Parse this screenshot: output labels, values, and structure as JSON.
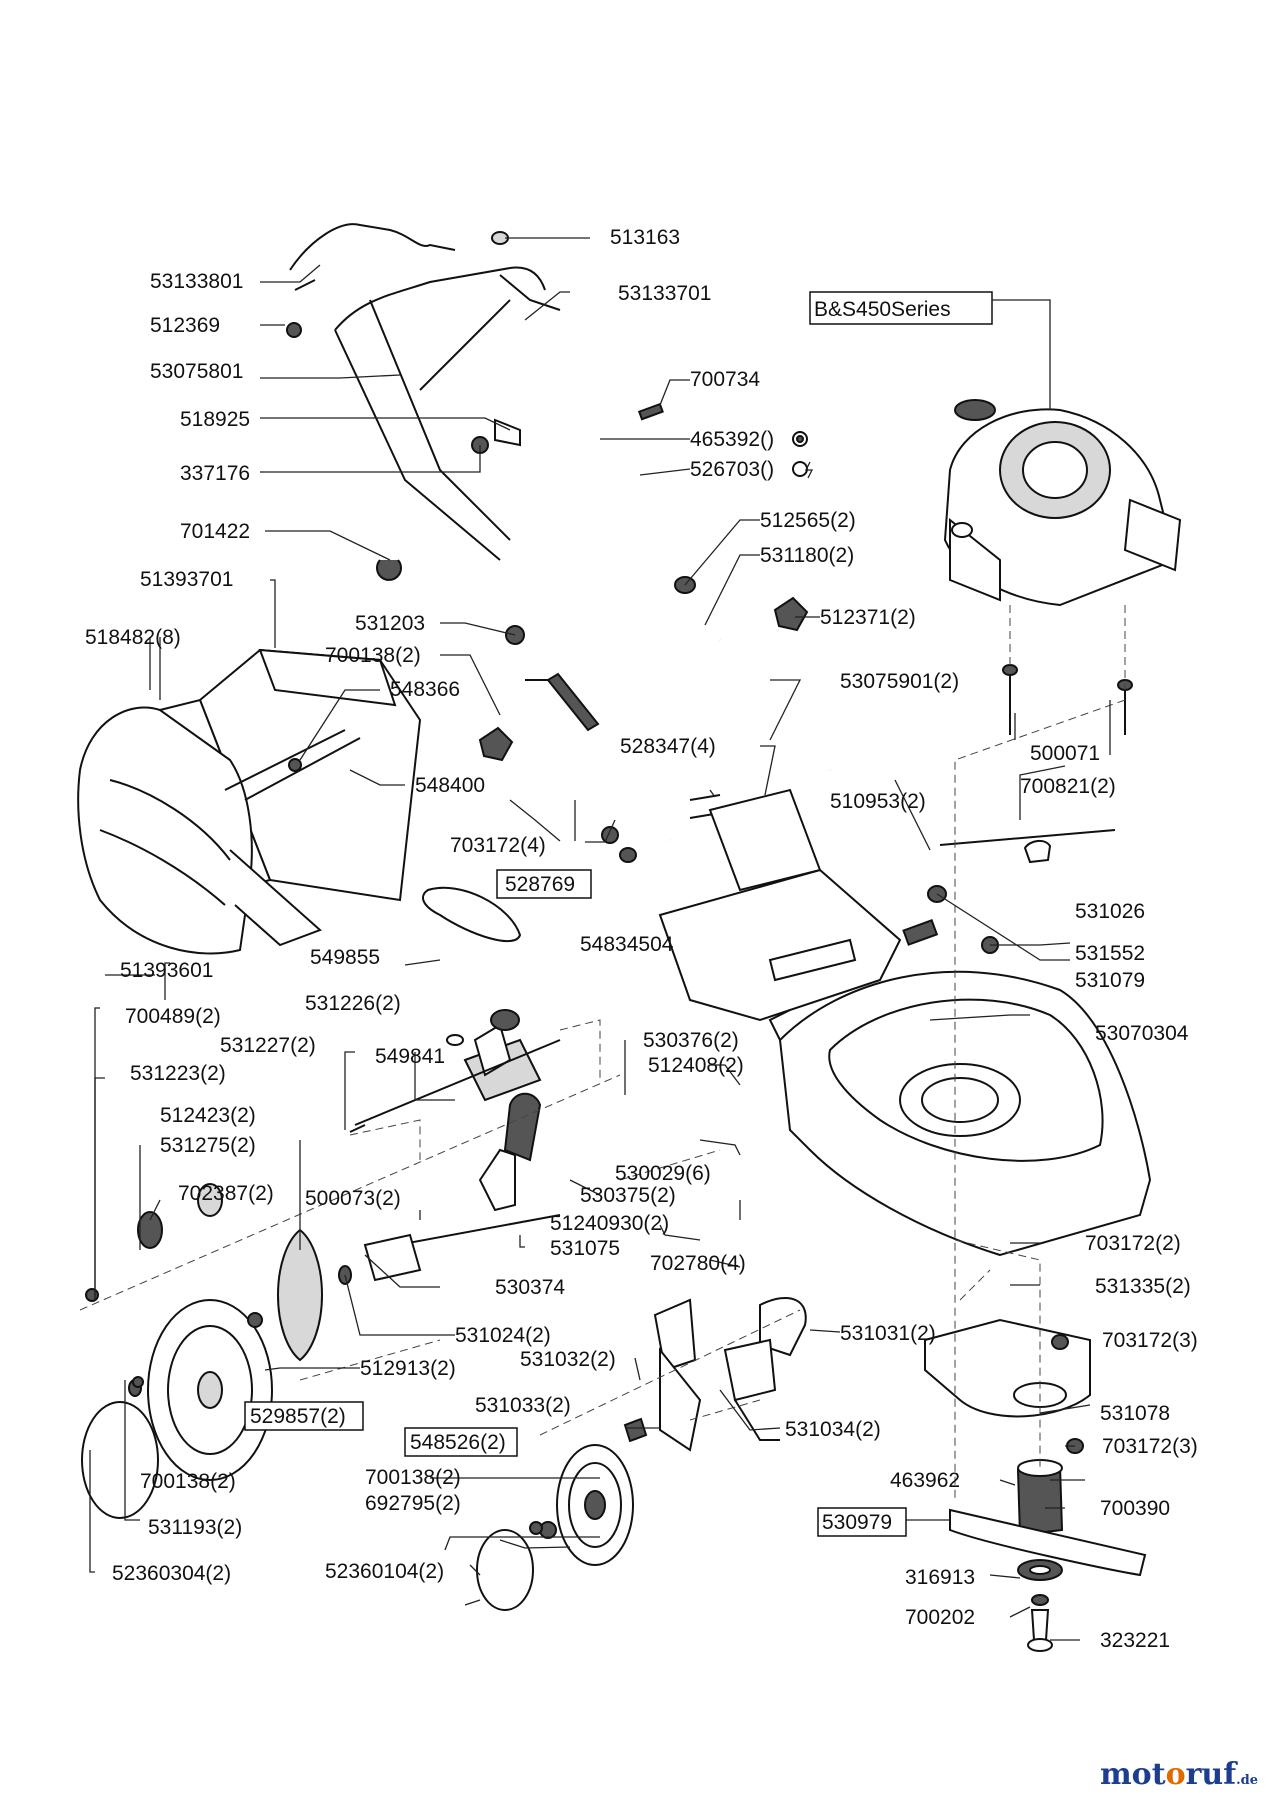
{
  "diagram": {
    "engine_label": "B&S450Series",
    "labels": [
      {
        "id": "513163",
        "text": "513163"
      },
      {
        "id": "53133801",
        "text": "53133801"
      },
      {
        "id": "53133701",
        "text": "53133701"
      },
      {
        "id": "512369",
        "text": "512369"
      },
      {
        "id": "53075801",
        "text": "53075801"
      },
      {
        "id": "700734",
        "text": "700734"
      },
      {
        "id": "518925",
        "text": "518925"
      },
      {
        "id": "465392",
        "text": "465392()"
      },
      {
        "id": "337176",
        "text": "337176"
      },
      {
        "id": "526703",
        "text": "526703()"
      },
      {
        "id": "701422",
        "text": "701422"
      },
      {
        "id": "512565",
        "text": "512565(2)"
      },
      {
        "id": "531180",
        "text": "531180(2)"
      },
      {
        "id": "51393701",
        "text": "51393701"
      },
      {
        "id": "531203",
        "text": "531203"
      },
      {
        "id": "512371",
        "text": "512371(2)"
      },
      {
        "id": "518482",
        "text": "518482(8)"
      },
      {
        "id": "700138a",
        "text": "700138(2)"
      },
      {
        "id": "548366",
        "text": "548366"
      },
      {
        "id": "53075901",
        "text": "53075901(2)"
      },
      {
        "id": "528347",
        "text": "528347(4)"
      },
      {
        "id": "500071",
        "text": "500071"
      },
      {
        "id": "548400",
        "text": "548400"
      },
      {
        "id": "700821",
        "text": "700821(2)"
      },
      {
        "id": "510953",
        "text": "510953(2)"
      },
      {
        "id": "703172a",
        "text": "703172(4)"
      },
      {
        "id": "528769",
        "text": "528769"
      },
      {
        "id": "531026",
        "text": "531026"
      },
      {
        "id": "51393601",
        "text": "51393601"
      },
      {
        "id": "54834504",
        "text": "54834504"
      },
      {
        "id": "531552",
        "text": "531552"
      },
      {
        "id": "549855",
        "text": "549855"
      },
      {
        "id": "531079",
        "text": "531079"
      },
      {
        "id": "700489",
        "text": "700489(2)"
      },
      {
        "id": "531226",
        "text": "531226(2)"
      },
      {
        "id": "53070304",
        "text": "53070304"
      },
      {
        "id": "531227",
        "text": "531227(2)"
      },
      {
        "id": "549841",
        "text": "549841"
      },
      {
        "id": "530376",
        "text": "530376(2)"
      },
      {
        "id": "531223",
        "text": "531223(2)"
      },
      {
        "id": "512408",
        "text": "512408(2)"
      },
      {
        "id": "512423",
        "text": "512423(2)"
      },
      {
        "id": "531275",
        "text": "531275(2)"
      },
      {
        "id": "530029",
        "text": "530029(6)"
      },
      {
        "id": "702387",
        "text": "702387(2)"
      },
      {
        "id": "500073",
        "text": "500073(2)"
      },
      {
        "id": "530375",
        "text": "530375(2)"
      },
      {
        "id": "51240930",
        "text": "51240930(2)"
      },
      {
        "id": "531075",
        "text": "531075"
      },
      {
        "id": "703172b",
        "text": "703172(2)"
      },
      {
        "id": "702780",
        "text": "702780(4)"
      },
      {
        "id": "530374",
        "text": "530374"
      },
      {
        "id": "531335",
        "text": "531335(2)"
      },
      {
        "id": "531024",
        "text": "531024(2)"
      },
      {
        "id": "531031",
        "text": "531031(2)"
      },
      {
        "id": "703172c",
        "text": "703172(3)"
      },
      {
        "id": "512913",
        "text": "512913(2)"
      },
      {
        "id": "531032",
        "text": "531032(2)"
      },
      {
        "id": "529857",
        "text": "529857(2)"
      },
      {
        "id": "531078",
        "text": "531078"
      },
      {
        "id": "531033",
        "text": "531033(2)"
      },
      {
        "id": "531034",
        "text": "531034(2)"
      },
      {
        "id": "703172d",
        "text": "703172(3)"
      },
      {
        "id": "548526",
        "text": "548526(2)"
      },
      {
        "id": "463962",
        "text": "463962"
      },
      {
        "id": "700138b",
        "text": "700138(2)"
      },
      {
        "id": "700138c",
        "text": "700138(2)"
      },
      {
        "id": "692795",
        "text": "692795(2)"
      },
      {
        "id": "700390",
        "text": "700390"
      },
      {
        "id": "530979",
        "text": "530979"
      },
      {
        "id": "531193",
        "text": "531193(2)"
      },
      {
        "id": "316913",
        "text": "316913"
      },
      {
        "id": "52360104",
        "text": "52360104(2)"
      },
      {
        "id": "700202",
        "text": "700202"
      },
      {
        "id": "323221",
        "text": "323221"
      },
      {
        "id": "52360304",
        "text": "52360304(2)"
      }
    ]
  },
  "watermark": {
    "brand_pre": "mot",
    "brand_o": "o",
    "brand_post": "ruf",
    "tld": ".de"
  }
}
